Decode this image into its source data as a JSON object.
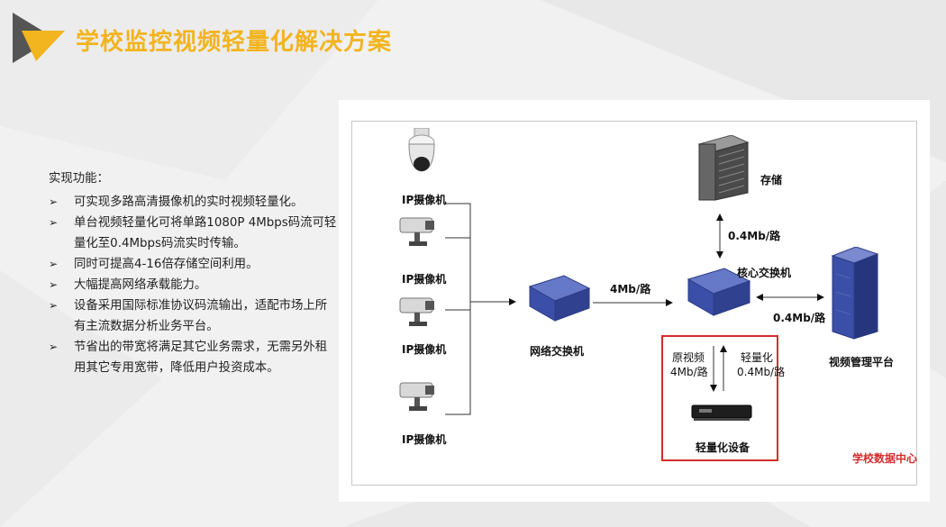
{
  "title": "学校监控视频轻量化解决方案",
  "features": {
    "heading": "实现功能：",
    "bullet_glyph": "➢",
    "items": [
      "可实现多路高清摄像机的实时视频轻量化。",
      "单台视频轻量化可将单路1080P 4Mbps码流可轻量化至0.4Mbps码流实时传输。",
      "同时可提高4-16倍存储空间利用。",
      "大幅提高网络承载能力。",
      "设备采用国际标准协议码流输出，适配市场上所有主流数据分析业务平台。",
      "节省出的带宽将满足其它业务需求，无需另外租用其它专用宽带，降低用户投资成本。"
    ]
  },
  "diagram": {
    "cameras": [
      "IP摄像机",
      "IP摄像机",
      "IP摄像机",
      "IP摄像机"
    ],
    "network_switch": "网络交换机",
    "link_switch_to_core": "4Mb/路",
    "core_switch": "核心交换机",
    "storage": "存储",
    "link_core_storage": "0.4Mb/路",
    "link_core_platform": "0.4Mb/路",
    "platform": "视频管理平台",
    "original_video": "原视频",
    "original_rate": "4Mb/路",
    "lightweight": "轻量化",
    "lightweight_rate": "0.4Mb/路",
    "device": "轻量化设备",
    "datacenter": "学校数据中心"
  },
  "colors": {
    "title": "#f2b41f",
    "accent_box": "#d42d2d",
    "device_blue": "#3b4fa8"
  }
}
